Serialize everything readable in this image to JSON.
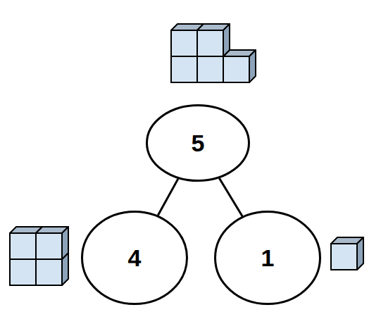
{
  "diagram": {
    "nodes": [
      {
        "text": [
          "5"
        ]
      },
      {
        "text": [
          "4"
        ]
      },
      {
        "text": [
          "1"
        ]
      }
    ],
    "edges": [
      {
        "from": 0,
        "to": 1,
        "arrow": "none"
      },
      {
        "from": 0,
        "to": 2,
        "arrow": "none"
      }
    ]
  }
}
